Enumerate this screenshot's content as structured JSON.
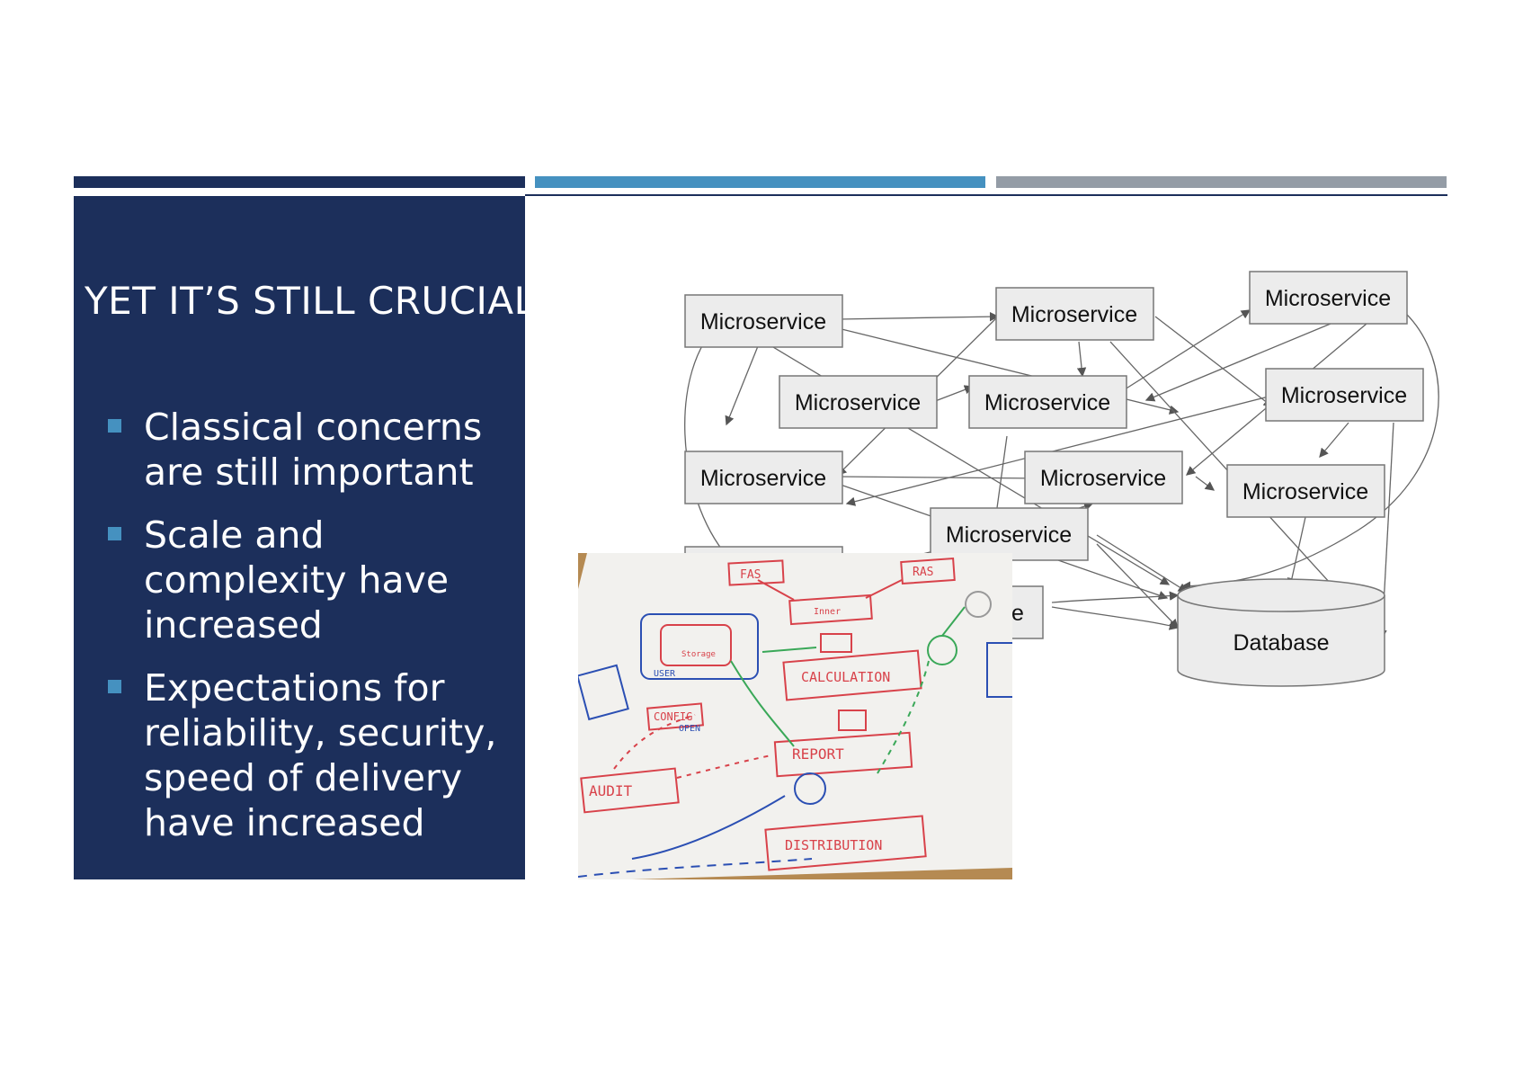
{
  "slide": {
    "title": "YET IT’S STILL CRUCIAL",
    "bullets": [
      "Classical concerns are still important",
      "Scale and complexity have increased",
      "Expectations for reliability, security, speed of delivery have increased"
    ]
  },
  "diagram": {
    "node_label": "Microservice",
    "partial_label": "e",
    "database_label": "Database"
  },
  "sketch": {
    "labels": [
      "FAS",
      "RAS",
      "Inner",
      "CALCULATION",
      "REPORT",
      "AUDIT",
      "DISTRIBUTION",
      "CONFIG",
      "OPEN",
      "USER",
      "Storage"
    ]
  },
  "colors": {
    "panel": "#1c2f5b",
    "accent_blue": "#4591c0",
    "accent_gray": "#949ca6"
  }
}
